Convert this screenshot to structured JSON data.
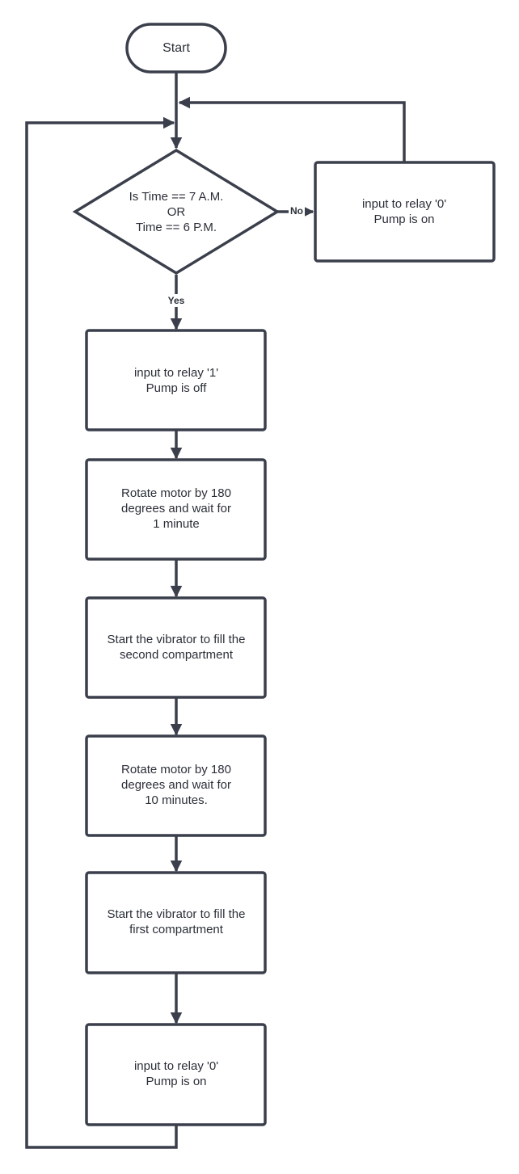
{
  "flowchart": {
    "start": "Start",
    "decision": [
      "Is Time == 7 A.M.",
      "OR",
      "Time == 6 P.M."
    ],
    "branch_no_label": "No",
    "branch_yes_label": "Yes",
    "no_branch_box": [
      "input to relay '0'",
      "Pump is on"
    ],
    "steps": [
      [
        "input to relay '1'",
        "Pump is off"
      ],
      [
        "Rotate motor by 180",
        "degrees and wait for",
        "1 minute"
      ],
      [
        "Start the vibrator to fill the",
        "second compartment"
      ],
      [
        "Rotate motor by 180",
        "degrees and wait for",
        "10 minutes."
      ],
      [
        "Start the vibrator to fill the",
        "first compartment"
      ],
      [
        "input to relay '0'",
        "Pump is on"
      ]
    ]
  },
  "colors": {
    "stroke": "#3a3f4b",
    "text": "#2b2f38",
    "fill": "#ffffff"
  }
}
